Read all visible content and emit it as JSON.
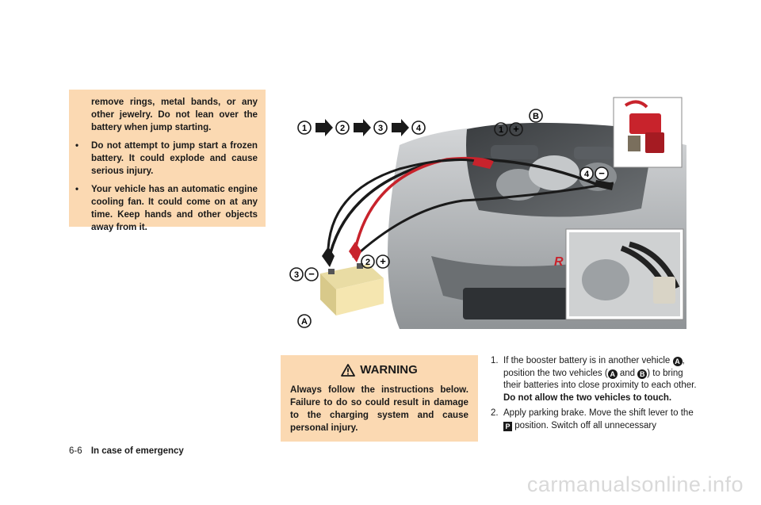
{
  "top_box": {
    "p1": "remove rings, metal bands, or any other jewelry. Do not lean over the battery when jump starting.",
    "p2": "Do not attempt to jump start a frozen battery. It could explode and cause serious injury.",
    "p3": "Your vehicle has an automatic engine cooling fan. It could come on at any time. Keep hands and other objects away from it."
  },
  "illustration": {
    "sequence": [
      "1",
      "2",
      "3",
      "4"
    ],
    "labels": {
      "a": "A",
      "b": "B",
      "c1": "1",
      "c2": "2",
      "c3": "3",
      "c4": "4",
      "plus": "+",
      "minus": "−"
    },
    "colors": {
      "red_clamp": "#c8232c",
      "car_gray": "#b8bbbe",
      "battery": "#f5e6b0"
    }
  },
  "warning": {
    "title": "WARNING",
    "text": "Always follow the instructions below. Failure to do so could result in damage to the charging system and cause personal injury."
  },
  "steps": {
    "s1": {
      "num": "1.",
      "t1": "If the booster battery is in another vehicle",
      "mA": "A",
      "t2": ", position the two vehicles (",
      "mA2": "A",
      "t3": "and",
      "mB": "B",
      "t4": ") to bring their batteries into close proximity to each other.",
      "bold": "Do not allow the two vehicles to touch."
    },
    "s2": {
      "num": "2.",
      "t1": "Apply parking brake. Move the shift lever to the",
      "mP": "P",
      "t2": "position. Switch off all unnecessary"
    }
  },
  "footer": {
    "page": "6-6",
    "section": "In case of emergency"
  },
  "watermark": "carmanualsonline.info"
}
